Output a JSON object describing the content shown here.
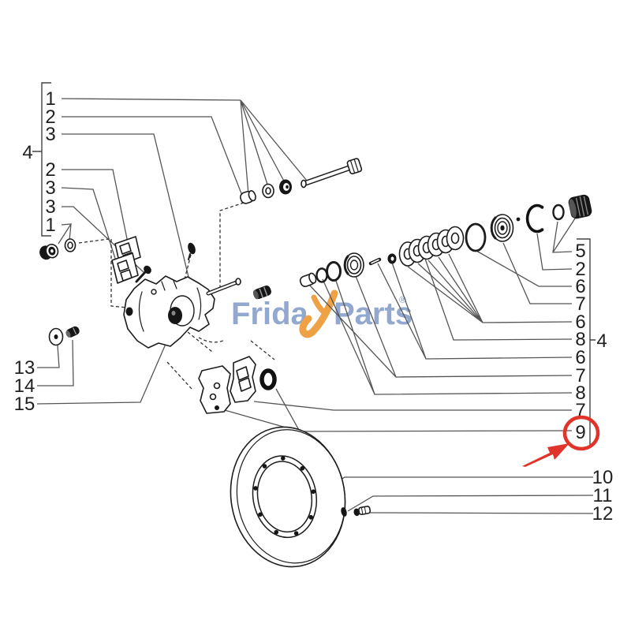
{
  "watermark": {
    "text_left": "Frida",
    "text_right": "Parts",
    "registered": "®"
  },
  "callouts": {
    "left_top": [
      "1",
      "2",
      "3"
    ],
    "left_mid": [
      "2",
      "3",
      "3",
      "1"
    ],
    "left_bottom": [
      "13",
      "14",
      "15"
    ],
    "right_stack": [
      "5",
      "2",
      "6",
      "7",
      "6",
      "8",
      "6",
      "7",
      "8",
      "7",
      "9"
    ],
    "bottom_right": [
      "10",
      "11",
      "12"
    ],
    "left_bracket": "4",
    "right_bracket": "4"
  },
  "highlight": {
    "circled_label": "9"
  },
  "colors": {
    "logo_blue": "#849dc9",
    "logo_orange": "#efa245",
    "highlight_red": "#e0342b",
    "line": "#555555",
    "ink": "#1f1f1f"
  }
}
